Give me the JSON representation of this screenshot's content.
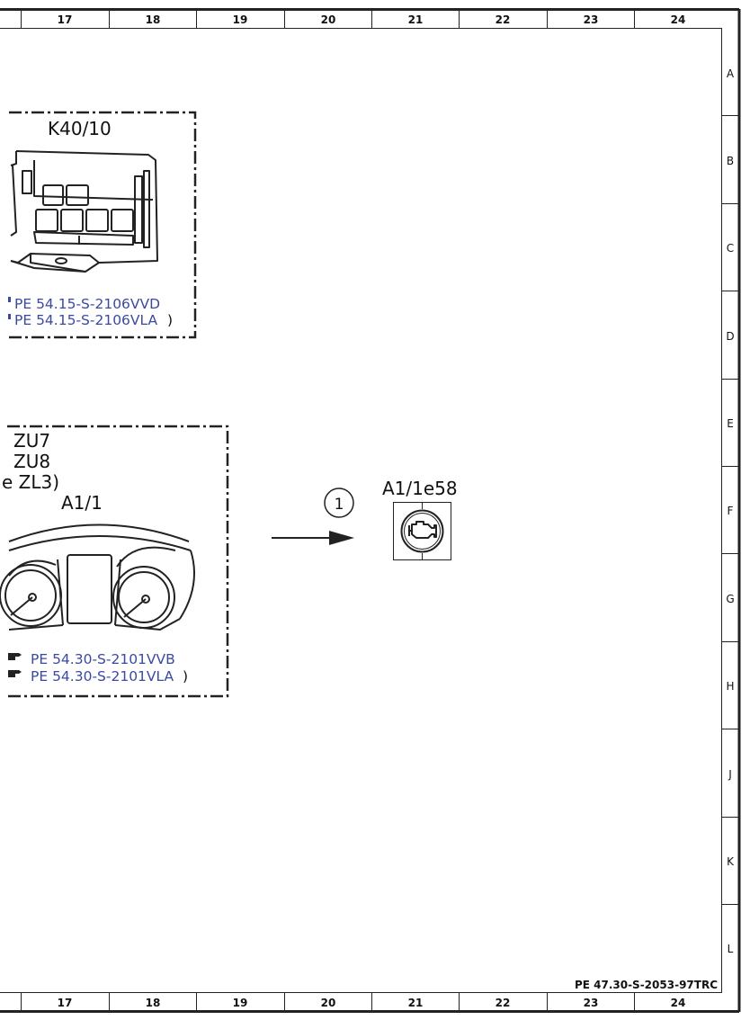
{
  "frame": {
    "columns": [
      "17",
      "18",
      "19",
      "20",
      "21",
      "22",
      "23",
      "24"
    ],
    "rows": [
      "A",
      "B",
      "C",
      "D",
      "E",
      "F",
      "G",
      "H",
      "J",
      "K",
      "L"
    ]
  },
  "components": {
    "relay": {
      "label": "K40/10",
      "refs": [
        "PE 54.15-S-2106VVD",
        "PE 54.15-S-2106VLA"
      ],
      "ref_suffix": ")"
    },
    "cluster": {
      "variants": [
        "ZU7",
        "ZU8",
        "e ZL3)"
      ],
      "label": "A1/1",
      "refs": [
        "PE 54.30-S-2101VVB",
        "PE 54.30-S-2101VLA"
      ],
      "ref_suffix": ")"
    },
    "indicator": {
      "label": "A1/1e58",
      "icon": "engine-check-icon"
    }
  },
  "callout": {
    "number": "1"
  },
  "document_code": "PE 47.30-S-2053-97TRC"
}
